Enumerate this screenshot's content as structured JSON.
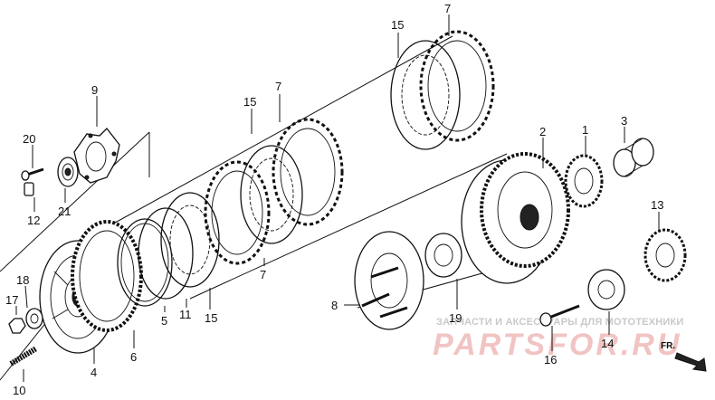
{
  "labels": {
    "l1": "1",
    "l2": "2",
    "l3": "3",
    "l4": "4",
    "l5": "5",
    "l6": "6",
    "l7a": "7",
    "l7b": "7",
    "l7c": "7",
    "l8": "8",
    "l9": "9",
    "l10": "10",
    "l11": "11",
    "l12": "12",
    "l13": "13",
    "l14": "14",
    "l15a": "15",
    "l15b": "15",
    "l15c": "15",
    "l16": "16",
    "l17": "17",
    "l18": "18",
    "l19": "19",
    "l20": "20",
    "l21": "21"
  },
  "watermark": {
    "tagline": "ЗАПЧАСТИ И АКСЕССУАРЫ ДЛЯ МОТОТЕХНИКИ",
    "brand": "PARTSFOR.RU"
  },
  "direction": {
    "text": "FR."
  },
  "colors": {
    "ink": "#111111",
    "watermark_red": "#f1c4c4",
    "watermark_grey": "#c9c9c9"
  }
}
